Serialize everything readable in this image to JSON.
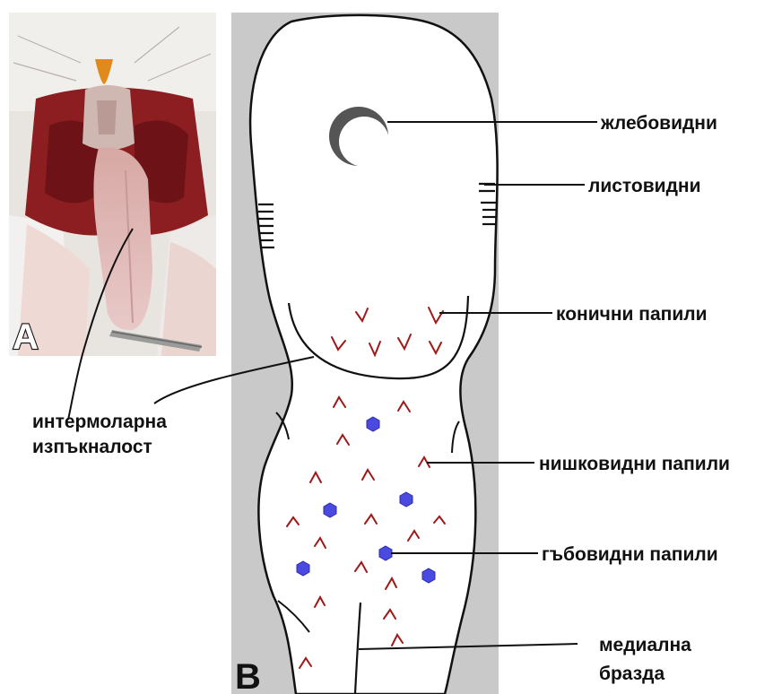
{
  "panels": {
    "a": {
      "letter": "A"
    },
    "b": {
      "letter": "B"
    }
  },
  "labels": {
    "vallate": "жлебовидни",
    "foliate": "листовидни",
    "conical": "конични папили",
    "filiform": "нишковидни папили",
    "fungiform": "гъбовидни папили",
    "intermolar_line1": "интермоларна",
    "intermolar_line2": "изпъкналост",
    "median_line1": "медиална",
    "median_line2": "бразда"
  },
  "colors": {
    "background_panel": "#c9c9c9",
    "tongue_fill": "#ffffff",
    "outline": "#111111",
    "papilla_red": "#a01818",
    "fungiform_blue": "#4a4ae0",
    "vallate_gray": "#555555"
  }
}
